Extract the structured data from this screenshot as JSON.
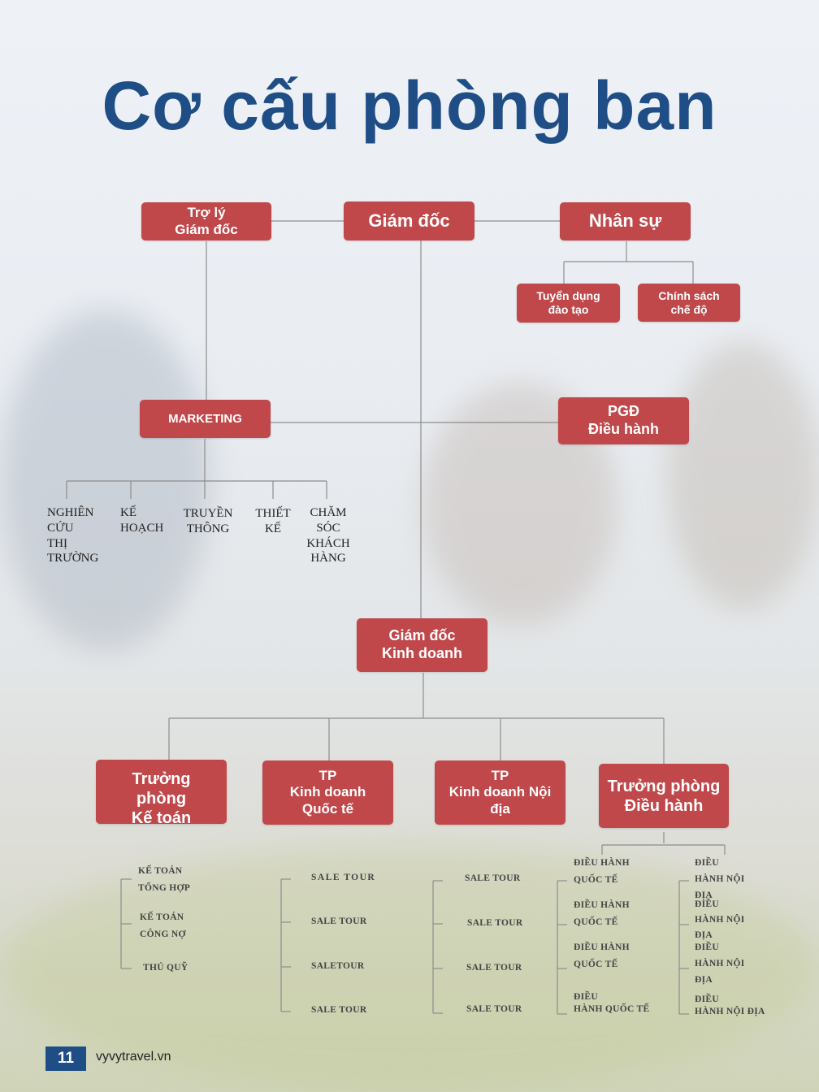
{
  "title": "Cơ cấu phòng ban",
  "nodes": {
    "tro_ly": "Trợ lý\nGiám đốc",
    "giam_doc": "Giám đốc",
    "nhan_su": "Nhân sự",
    "tuyen_dung": "Tuyển dụng\nđào tạo",
    "chinh_sach": "Chính sách\nchế độ",
    "marketing": "MARKETING",
    "pgd": "PGĐ\nĐiều hành",
    "gd_kinh_doanh": "Giám đốc\nKinh doanh",
    "ke_toan": "Trưởng\nphòng\nKế toán",
    "tp_quoc_te": "TP\nKinh doanh\nQuốc tế",
    "tp_noi_dia": "TP\nKinh doanh Nội\nđịa",
    "dieu_hanh": "Trưởng phòng\nĐiều hành"
  },
  "marketing_units": {
    "nghien_cuu": "NGHIÊN\nCỨU\nTHỊ\nTRƯỜNG",
    "ke_hoach": "KẾ\nHOẠCH",
    "truyen_thong": "TRUYỀN\nTHÔNG",
    "thiet_ke": "THIẾT\nKẾ",
    "cham_soc": "CHĂM\nSÓC\nKHÁCH\nHÀNG"
  },
  "ke_toan_units": [
    "KẾ TOÁN\nTỔNG HỢP",
    "KẾ TOÁN\nCÔNG NỢ",
    "THỦ QUỸ"
  ],
  "quoc_te_units": [
    "SALE TOUR",
    "SALE TOUR",
    "SALETOUR",
    "SALE TOUR"
  ],
  "noi_dia_units": [
    "SALE TOUR",
    "SALE TOUR",
    "SALE TOUR",
    "SALE TOUR"
  ],
  "dieu_hanh_qt": [
    "ĐIỀU HÀNH\nQUỐC TẾ",
    "ĐIỀU HÀNH\nQUỐC TẾ",
    "ĐIỀU HÀNH\nQUỐC TẾ",
    "ĐIỀU\nHÀNH QUỐC TẾ"
  ],
  "dieu_hanh_nd": [
    "ĐIỀU\nHÀNH  NỘI\nĐỊA",
    "ĐIỀU\nHÀNH  NỘI\nĐỊA",
    "ĐIỀU\nHÀNH  NỘI\nĐỊA",
    "ĐIỀU\nHÀNH NỘI ĐỊA"
  ],
  "footer": {
    "page": "11",
    "site": "vyvytravel.vn"
  }
}
